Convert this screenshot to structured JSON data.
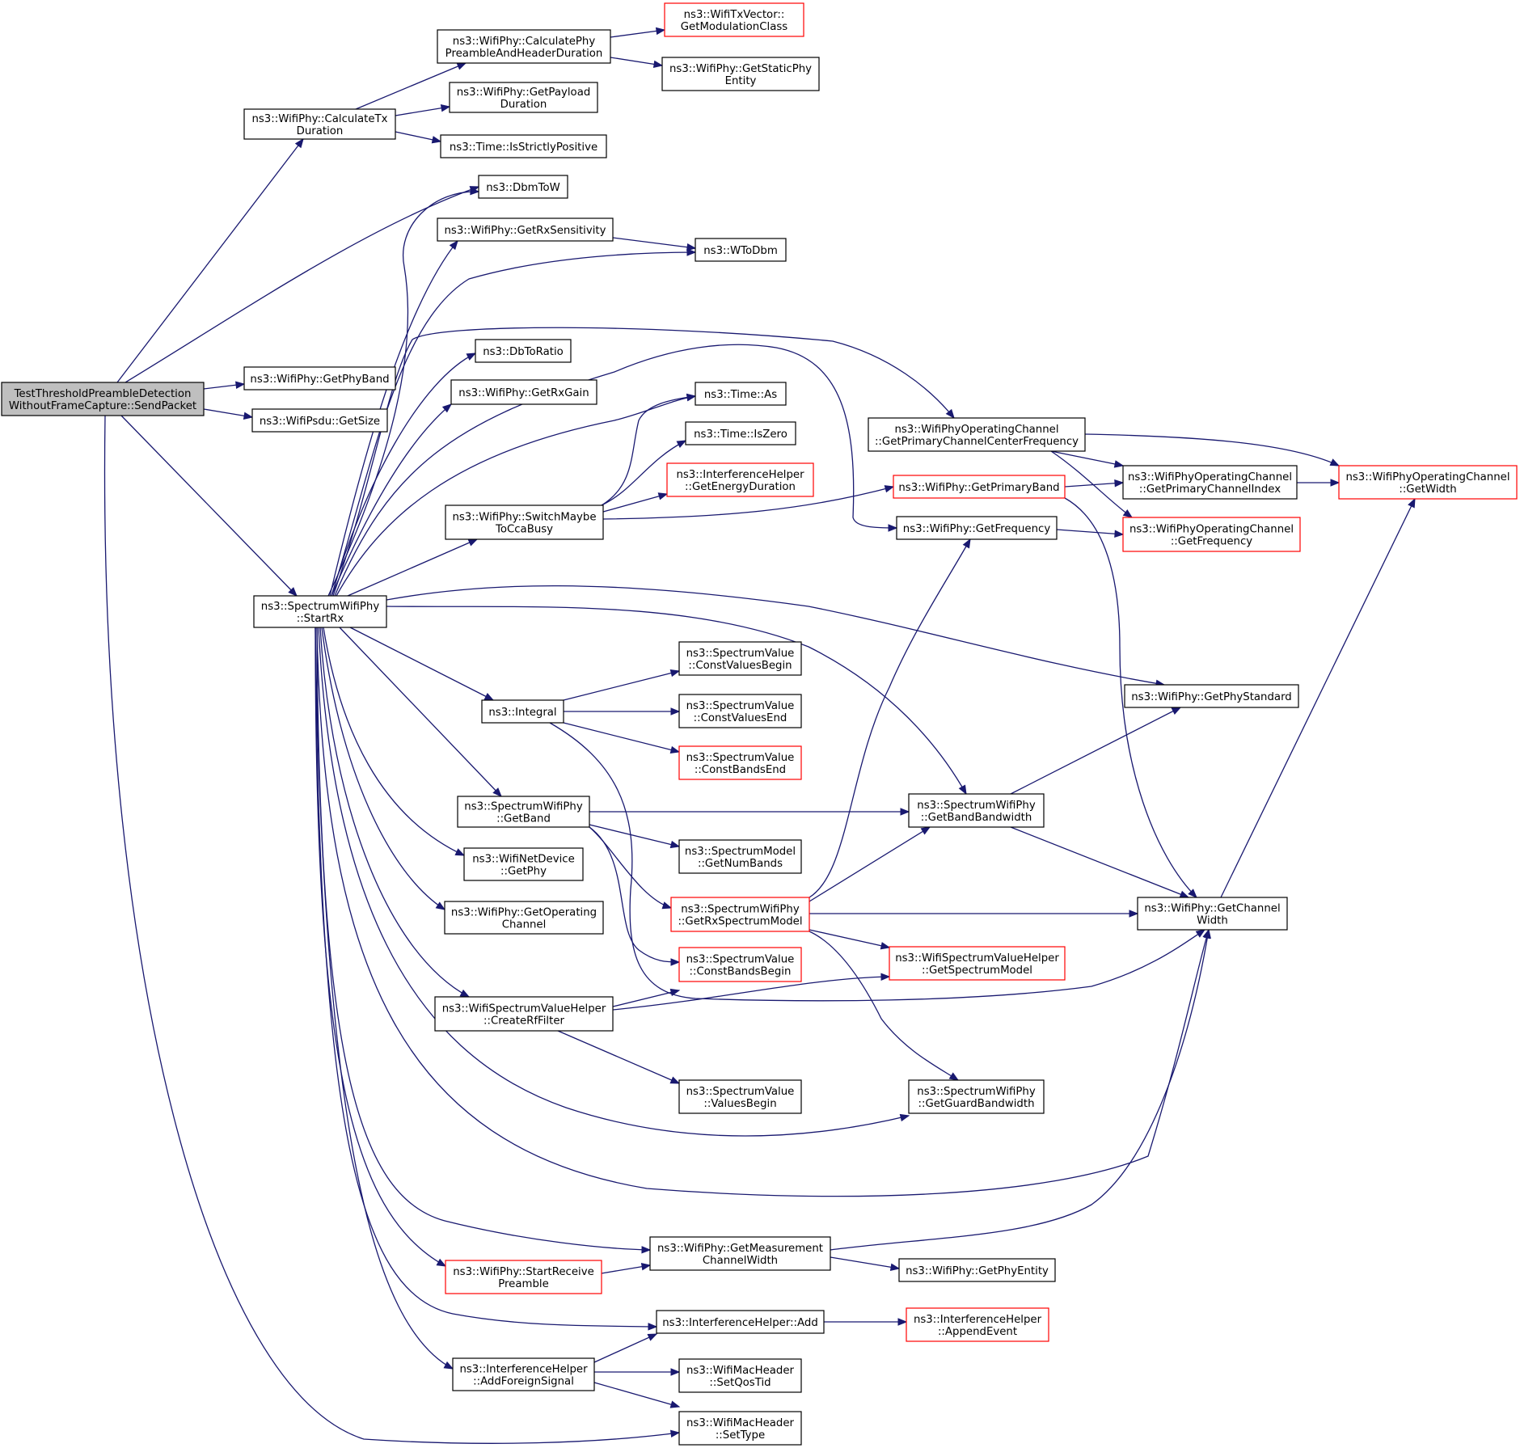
{
  "colors": {
    "edge": "#191970",
    "node_border": "#000000",
    "node_border_truncated": "#ff0000",
    "root_fill": "#bfbfbf",
    "background": "#ffffff"
  },
  "nodes": [
    {
      "id": "root",
      "lines": [
        "TestThresholdPreambleDetection",
        "WithoutFrameCapture::SendPacket"
      ],
      "style": "root"
    },
    {
      "id": "calcTx",
      "lines": [
        "ns3::WifiPhy::CalculateTx",
        "Duration"
      ],
      "style": "normal"
    },
    {
      "id": "calcPre",
      "lines": [
        "ns3::WifiPhy::CalculatePhy",
        "PreambleAndHeaderDuration"
      ],
      "style": "normal"
    },
    {
      "id": "modClass",
      "lines": [
        "ns3::WifiTxVector::",
        "GetModulationClass"
      ],
      "style": "red"
    },
    {
      "id": "staticPhy",
      "lines": [
        "ns3::WifiPhy::GetStaticPhy",
        "Entity"
      ],
      "style": "normal"
    },
    {
      "id": "payload",
      "lines": [
        "ns3::WifiPhy::GetPayload",
        "Duration"
      ],
      "style": "normal"
    },
    {
      "id": "strictPos",
      "lines": [
        "ns3::Time::IsStrictlyPositive"
      ],
      "style": "normal"
    },
    {
      "id": "dbmToW",
      "lines": [
        "ns3::DbmToW"
      ],
      "style": "normal"
    },
    {
      "id": "rxSens",
      "lines": [
        "ns3::WifiPhy::GetRxSensitivity"
      ],
      "style": "normal"
    },
    {
      "id": "wToDbm",
      "lines": [
        "ns3::WToDbm"
      ],
      "style": "normal"
    },
    {
      "id": "dbToRatio",
      "lines": [
        "ns3::DbToRatio"
      ],
      "style": "normal"
    },
    {
      "id": "phyBand",
      "lines": [
        "ns3::WifiPhy::GetPhyBand"
      ],
      "style": "normal"
    },
    {
      "id": "rxGain",
      "lines": [
        "ns3::WifiPhy::GetRxGain"
      ],
      "style": "normal"
    },
    {
      "id": "psduSize",
      "lines": [
        "ns3::WifiPsdu::GetSize"
      ],
      "style": "normal"
    },
    {
      "id": "timeAs",
      "lines": [
        "ns3::Time::As"
      ],
      "style": "normal"
    },
    {
      "id": "isZero",
      "lines": [
        "ns3::Time::IsZero"
      ],
      "style": "normal"
    },
    {
      "id": "energyDur",
      "lines": [
        "ns3::InterferenceHelper",
        "::GetEnergyDuration"
      ],
      "style": "red"
    },
    {
      "id": "switchCca",
      "lines": [
        "ns3::WifiPhy::SwitchMaybe",
        "ToCcaBusy"
      ],
      "style": "normal"
    },
    {
      "id": "primCenter",
      "lines": [
        "ns3::WifiPhyOperatingChannel",
        "::GetPrimaryChannelCenterFrequency"
      ],
      "style": "normal"
    },
    {
      "id": "primBand",
      "lines": [
        "ns3::WifiPhy::GetPrimaryBand"
      ],
      "style": "red"
    },
    {
      "id": "primIndex",
      "lines": [
        "ns3::WifiPhyOperatingChannel",
        "::GetPrimaryChannelIndex"
      ],
      "style": "normal"
    },
    {
      "id": "opWidth",
      "lines": [
        "ns3::WifiPhyOperatingChannel",
        "::GetWidth"
      ],
      "style": "red"
    },
    {
      "id": "phyFreq",
      "lines": [
        "ns3::WifiPhy::GetFrequency"
      ],
      "style": "normal"
    },
    {
      "id": "opFreq",
      "lines": [
        "ns3::WifiPhyOperatingChannel",
        "::GetFrequency"
      ],
      "style": "red"
    },
    {
      "id": "startRx",
      "lines": [
        "ns3::SpectrumWifiPhy",
        "::StartRx"
      ],
      "style": "normal"
    },
    {
      "id": "cvBegin",
      "lines": [
        "ns3::SpectrumValue",
        "::ConstValuesBegin"
      ],
      "style": "normal"
    },
    {
      "id": "cvEnd",
      "lines": [
        "ns3::SpectrumValue",
        "::ConstValuesEnd"
      ],
      "style": "normal"
    },
    {
      "id": "cbEnd",
      "lines": [
        "ns3::SpectrumValue",
        "::ConstBandsEnd"
      ],
      "style": "red"
    },
    {
      "id": "integral",
      "lines": [
        "ns3::Integral"
      ],
      "style": "normal"
    },
    {
      "id": "phyStd",
      "lines": [
        "ns3::WifiPhy::GetPhyStandard"
      ],
      "style": "normal"
    },
    {
      "id": "getBand",
      "lines": [
        "ns3::SpectrumWifiPhy",
        "::GetBand"
      ],
      "style": "normal"
    },
    {
      "id": "bandBw",
      "lines": [
        "ns3::SpectrumWifiPhy",
        "::GetBandBandwidth"
      ],
      "style": "normal"
    },
    {
      "id": "numBands",
      "lines": [
        "ns3::SpectrumModel",
        "::GetNumBands"
      ],
      "style": "normal"
    },
    {
      "id": "netPhy",
      "lines": [
        "ns3::WifiNetDevice",
        "::GetPhy"
      ],
      "style": "normal"
    },
    {
      "id": "rxSpecModel",
      "lines": [
        "ns3::SpectrumWifiPhy",
        "::GetRxSpectrumModel"
      ],
      "style": "red"
    },
    {
      "id": "chWidth",
      "lines": [
        "ns3::WifiPhy::GetChannel",
        "Width"
      ],
      "style": "normal"
    },
    {
      "id": "getOpCh",
      "lines": [
        "ns3::WifiPhy::GetOperating",
        "Channel"
      ],
      "style": "normal"
    },
    {
      "id": "cbBegin",
      "lines": [
        "ns3::SpectrumValue",
        "::ConstBandsBegin"
      ],
      "style": "red"
    },
    {
      "id": "specModel",
      "lines": [
        "ns3::WifiSpectrumValueHelper",
        "::GetSpectrumModel"
      ],
      "style": "red"
    },
    {
      "id": "rfFilter",
      "lines": [
        "ns3::WifiSpectrumValueHelper",
        "::CreateRfFilter"
      ],
      "style": "normal"
    },
    {
      "id": "valuesBegin",
      "lines": [
        "ns3::SpectrumValue",
        "::ValuesBegin"
      ],
      "style": "normal"
    },
    {
      "id": "guardBw",
      "lines": [
        "ns3::SpectrumWifiPhy",
        "::GetGuardBandwidth"
      ],
      "style": "normal"
    },
    {
      "id": "measWidth",
      "lines": [
        "ns3::WifiPhy::GetMeasurement",
        "ChannelWidth"
      ],
      "style": "normal"
    },
    {
      "id": "startPre",
      "lines": [
        "ns3::WifiPhy::StartReceive",
        "Preamble"
      ],
      "style": "red"
    },
    {
      "id": "phyEntity",
      "lines": [
        "ns3::WifiPhy::GetPhyEntity"
      ],
      "style": "normal"
    },
    {
      "id": "ihAdd",
      "lines": [
        "ns3::InterferenceHelper::Add"
      ],
      "style": "normal"
    },
    {
      "id": "appendEvent",
      "lines": [
        "ns3::InterferenceHelper",
        "::AppendEvent"
      ],
      "style": "red"
    },
    {
      "id": "addForeign",
      "lines": [
        "ns3::InterferenceHelper",
        "::AddForeignSignal"
      ],
      "style": "normal"
    },
    {
      "id": "setQos",
      "lines": [
        "ns3::WifiMacHeader",
        "::SetQosTid"
      ],
      "style": "normal"
    },
    {
      "id": "setType",
      "lines": [
        "ns3::WifiMacHeader",
        "::SetType"
      ],
      "style": "normal"
    }
  ],
  "edges": [
    [
      "root",
      "calcTx"
    ],
    [
      "root",
      "dbmToW"
    ],
    [
      "root",
      "phyBand"
    ],
    [
      "root",
      "psduSize"
    ],
    [
      "root",
      "startRx"
    ],
    [
      "root",
      "setType"
    ],
    [
      "calcTx",
      "calcPre"
    ],
    [
      "calcTx",
      "payload"
    ],
    [
      "calcTx",
      "strictPos"
    ],
    [
      "calcPre",
      "modClass"
    ],
    [
      "calcPre",
      "staticPhy"
    ],
    [
      "rxSens",
      "wToDbm"
    ],
    [
      "startRx",
      "dbmToW"
    ],
    [
      "startRx",
      "rxSens"
    ],
    [
      "startRx",
      "wToDbm"
    ],
    [
      "startRx",
      "primCenter"
    ],
    [
      "startRx",
      "dbToRatio"
    ],
    [
      "startRx",
      "phyFreq"
    ],
    [
      "startRx",
      "rxGain"
    ],
    [
      "startRx",
      "timeAs"
    ],
    [
      "startRx",
      "switchCca"
    ],
    [
      "startRx",
      "phyStd"
    ],
    [
      "startRx",
      "bandBw"
    ],
    [
      "startRx",
      "integral"
    ],
    [
      "startRx",
      "getBand"
    ],
    [
      "startRx",
      "netPhy"
    ],
    [
      "startRx",
      "getOpCh"
    ],
    [
      "startRx",
      "rfFilter"
    ],
    [
      "startRx",
      "guardBw"
    ],
    [
      "startRx",
      "chWidth"
    ],
    [
      "startRx",
      "measWidth"
    ],
    [
      "startRx",
      "startPre"
    ],
    [
      "startRx",
      "ihAdd"
    ],
    [
      "startRx",
      "addForeign"
    ],
    [
      "switchCca",
      "timeAs"
    ],
    [
      "switchCca",
      "isZero"
    ],
    [
      "switchCca",
      "energyDur"
    ],
    [
      "switchCca",
      "primBand"
    ],
    [
      "primCenter",
      "primIndex"
    ],
    [
      "primCenter",
      "opWidth"
    ],
    [
      "primCenter",
      "opFreq"
    ],
    [
      "primBand",
      "primIndex"
    ],
    [
      "primBand",
      "chWidth"
    ],
    [
      "primIndex",
      "opWidth"
    ],
    [
      "phyFreq",
      "opFreq"
    ],
    [
      "integral",
      "cvBegin"
    ],
    [
      "integral",
      "cvEnd"
    ],
    [
      "integral",
      "cbEnd"
    ],
    [
      "integral",
      "cbBegin"
    ],
    [
      "getBand",
      "bandBw"
    ],
    [
      "getBand",
      "numBands"
    ],
    [
      "getBand",
      "rxSpecModel"
    ],
    [
      "getBand",
      "cbBegin"
    ],
    [
      "bandBw",
      "phyStd"
    ],
    [
      "bandBw",
      "chWidth"
    ],
    [
      "rxSpecModel",
      "phyFreq"
    ],
    [
      "rxSpecModel",
      "bandBw"
    ],
    [
      "rxSpecModel",
      "chWidth"
    ],
    [
      "rxSpecModel",
      "specModel"
    ],
    [
      "rxSpecModel",
      "guardBw"
    ],
    [
      "chWidth",
      "opWidth"
    ],
    [
      "rfFilter",
      "cbBegin"
    ],
    [
      "rfFilter",
      "specModel"
    ],
    [
      "rfFilter",
      "valuesBegin"
    ],
    [
      "measWidth",
      "chWidth"
    ],
    [
      "measWidth",
      "phyEntity"
    ],
    [
      "startPre",
      "measWidth"
    ],
    [
      "ihAdd",
      "appendEvent"
    ],
    [
      "addForeign",
      "ihAdd"
    ],
    [
      "addForeign",
      "setQos"
    ],
    [
      "addForeign",
      "setType"
    ]
  ]
}
